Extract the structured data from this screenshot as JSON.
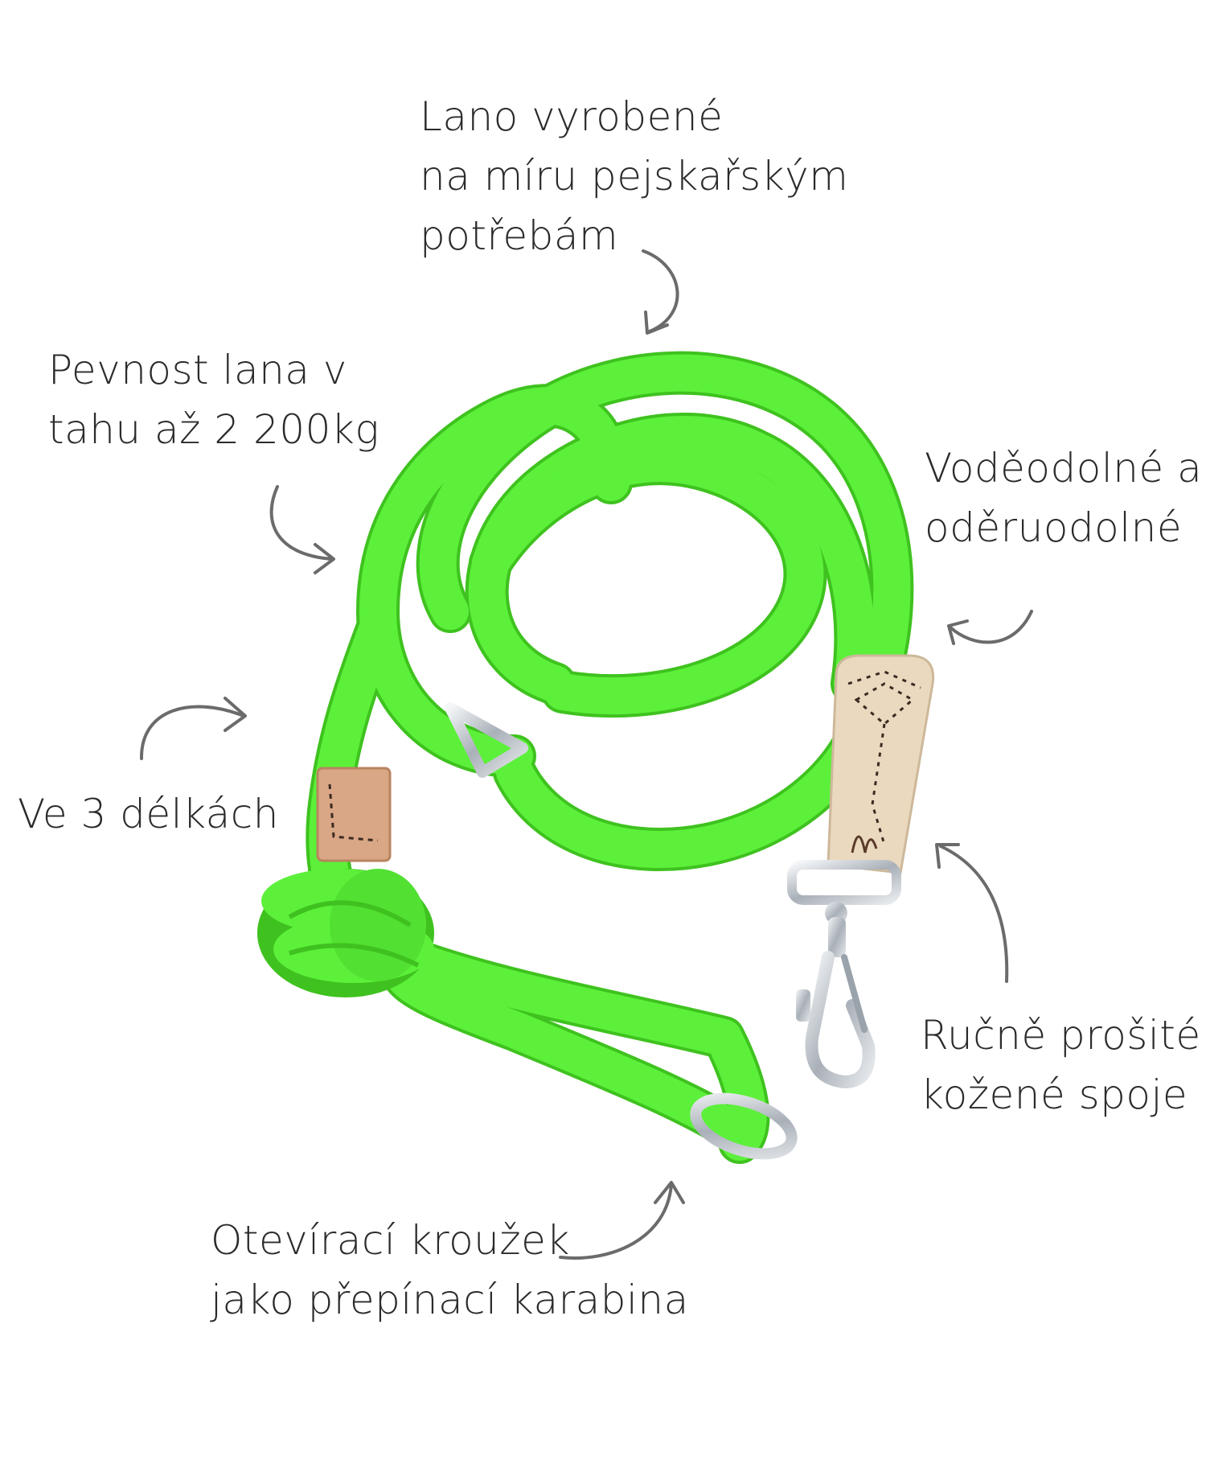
{
  "annotations": {
    "rope_custom": {
      "lines": [
        "Lano vyrobené",
        "na míru pejskařským",
        "potřebám"
      ]
    },
    "strength": {
      "lines": [
        "Pevnost lana v",
        "tahu až 2 200kg"
      ]
    },
    "waterproof": {
      "lines": [
        "Voděodolné a",
        "oděruodolné"
      ]
    },
    "lengths": {
      "lines": [
        "Ve 3 délkách"
      ]
    },
    "stitched": {
      "lines": [
        "Ručně prošité",
        "kožené spoje"
      ]
    },
    "ring": {
      "lines": [
        "Otevírací kroužek",
        "jako přepínací karabina"
      ]
    }
  },
  "colors": {
    "rope": "#5cf03a",
    "rope_shadow": "#3fc21f",
    "leather_light": "#ead9bf",
    "leather_tan": "#d9a786",
    "metal": "#c7ccd2",
    "arrow": "#6b6b6b",
    "text": "#2b2b2b"
  },
  "icons": [
    "curved-arrow-icon",
    "leash-product-image"
  ]
}
